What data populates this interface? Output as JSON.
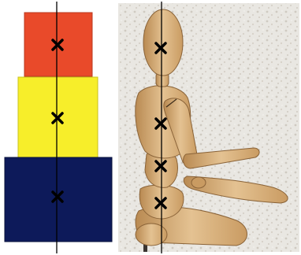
{
  "left_panel": {
    "blocks": [
      {
        "id": "top",
        "color": "#e94a2a"
      },
      {
        "id": "middle",
        "color": "#f7ee2a"
      },
      {
        "id": "bottom",
        "color": "#0d1a5a"
      }
    ],
    "center_marker": "cross-mark",
    "axis_line_color": "#000000"
  },
  "right_panel": {
    "subject": "wooden-artist-mannequin-sitting",
    "background_color": "#e9e7e2",
    "wood_color": "#d8b27c",
    "center_marker": "cross-mark",
    "marker_count": 4,
    "axis_line_color": "#000000"
  }
}
